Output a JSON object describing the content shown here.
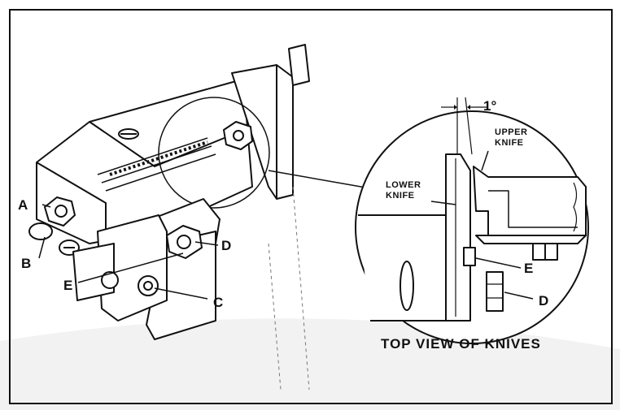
{
  "diagram": {
    "labels": {
      "a": "A",
      "b": "B",
      "c": "C",
      "d_left": "D",
      "e_left": "E",
      "angle": "1°",
      "upper_knife": "UPPER\nKNIFE",
      "lower_knife": "LOWER\nKNIFE",
      "e_right": "E",
      "d_right": "D"
    },
    "caption": "TOP VIEW OF KNIVES"
  }
}
